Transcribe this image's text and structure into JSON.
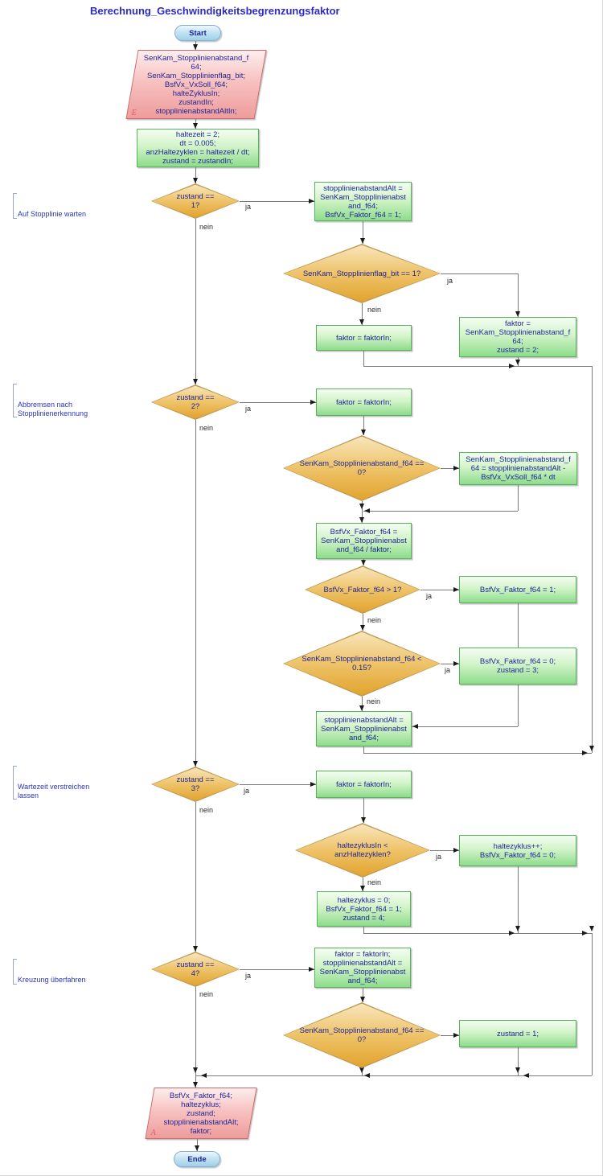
{
  "title": "Berechnung_Geschwindigkeitsbegrenzungsfaktor",
  "terminals": {
    "start": "Start",
    "end": "Ende"
  },
  "labels": {
    "ja": "ja",
    "nein": "nein"
  },
  "io": {
    "input": {
      "text": "SenKam_Stopplinienabstand_f\n64;\nSenKam_Stopplinienflag_bit;\nBsfVx_VxSoll_f64;\nhalteZyklusIn;\nzustandIn;\nstopplinienabstandAltIn;",
      "marker": "E"
    },
    "output": {
      "text": "BsfVx_Faktor_f64;\nhaltezyklus;\nzustand;\nstopplinienabstandAlt;\nfaktor;",
      "marker": "A"
    }
  },
  "section_labels": {
    "s1": "Auf Stopplinie warten",
    "s2": "Abbremsen nach\nStopplinienerkennung",
    "s3": "Wartezeit verstreichen\nlassen",
    "s4": "Kreuzung überfahren"
  },
  "nodes": {
    "init": "haltezeit = 2;\ndt = 0.005;\nanzHaltezyklen = haltezeit / dt;\nzustand = zustandIn;",
    "d1": "zustand ==\n1?",
    "a1": "stopplinienabstandAlt =\nSenKam_Stopplinienabst\nand_f64;\nBsfVx_Faktor_f64 = 1;",
    "d1b": "SenKam_Stopplinienflag_bit == 1?",
    "a2": "faktor =\nSenKam_Stopplinienabstand_f\n64;\nzustand = 2;",
    "a3": "faktor = faktorIn;",
    "d2": "zustand ==\n2?",
    "b1": "faktor = faktorIn;",
    "d2b": "SenKam_Stopplinienabstand_f64 ==\n0?",
    "b2": "SenKam_Stopplinienabstand_f\n64 = stopplinienabstandAlt -\nBsfVx_VxSoll_f64 * dt",
    "b3": "BsfVx_Faktor_f64 =\nSenKam_Stopplinienabst\nand_f64 / faktor;",
    "d2c": "BsfVx_Faktor_f64 > 1?",
    "b4": "BsfVx_Faktor_f64 = 1;",
    "d2d": "SenKam_Stopplinienabstand_f64 <\n0.15?",
    "b5": "BsfVx_Faktor_f64 = 0;\nzustand = 3;",
    "b6": "stopplinienabstandAlt =\nSenKam_Stopplinienabst\nand_f64;",
    "d3": "zustand ==\n3?",
    "c1": "faktor = faktorIn;",
    "d3b": "haltezyklusIn <\nanzHaltezyklen?",
    "c2": "haltezyklus++;\nBsfVx_Faktor_f64 = 0;",
    "c3": "haltezyklus = 0;\nBsfVx_Faktor_f64 = 1;\nzustand = 4;",
    "d4": "zustand ==\n4?",
    "e1": "faktor = faktorIn;\nstopplinienabstandAlt =\nSenKam_Stopplinienabst\nand_f64;",
    "d4b": "SenKam_Stopplinienabstand_f64 ==\n0?",
    "e2": "zustand = 1;"
  },
  "colors": {
    "title_blue": "#2a2ac8",
    "node_text": "#1f2496",
    "process_fill": "#8edc8c",
    "process_border": "#56b556",
    "decision_fill": "#e2a42f",
    "decision_border": "#bf9b55",
    "io_fill": "#ee9c9c",
    "io_border": "#cc6868",
    "io_marker": "#e25b5b",
    "terminal_fill": "#9fd0ea",
    "terminal_border": "#86afd2",
    "connector": "#7a7a7a",
    "arrow": "#1b1b1b",
    "branch_label": "#2b2b2b",
    "section_label": "#2a35bb"
  }
}
